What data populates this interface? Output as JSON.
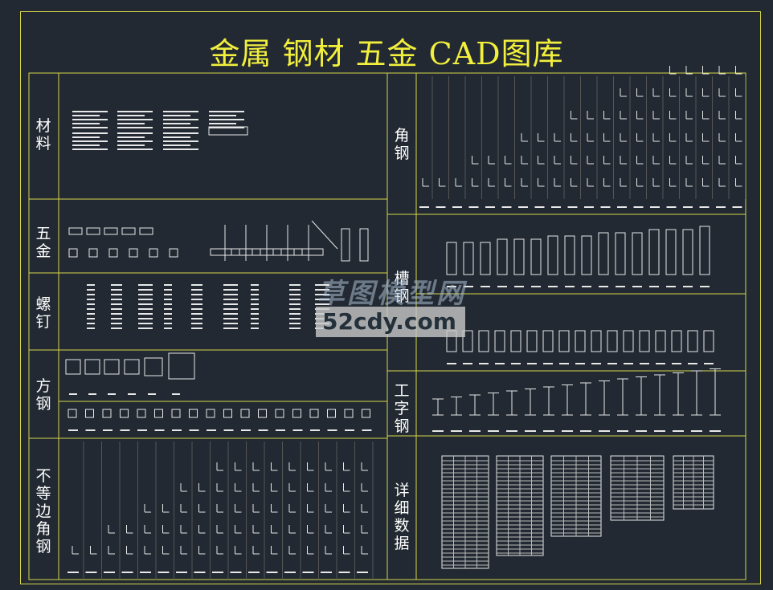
{
  "title": "金属 钢材 五金 CAD图库",
  "sections_left": [
    {
      "id": "materials",
      "label": "材料"
    },
    {
      "id": "hardware",
      "label": "五金"
    },
    {
      "id": "screws",
      "label": "螺钉"
    },
    {
      "id": "square_steel",
      "label": "方钢"
    },
    {
      "id": "unequal_angle",
      "label": "不等边角钢"
    }
  ],
  "sections_right": [
    {
      "id": "angle_steel",
      "label": "角钢"
    },
    {
      "id": "channel_steel",
      "label": "槽钢"
    },
    {
      "id": "i_beam",
      "label": "工字钢"
    },
    {
      "id": "details",
      "label": "详细数据"
    }
  ],
  "watermark": {
    "line1": "草图模型网",
    "line2": "52cdy.com"
  },
  "colors": {
    "background": "#222932",
    "frame": "#d6d64a",
    "title": "#f2ef3c",
    "drawing": "#ffffff"
  }
}
